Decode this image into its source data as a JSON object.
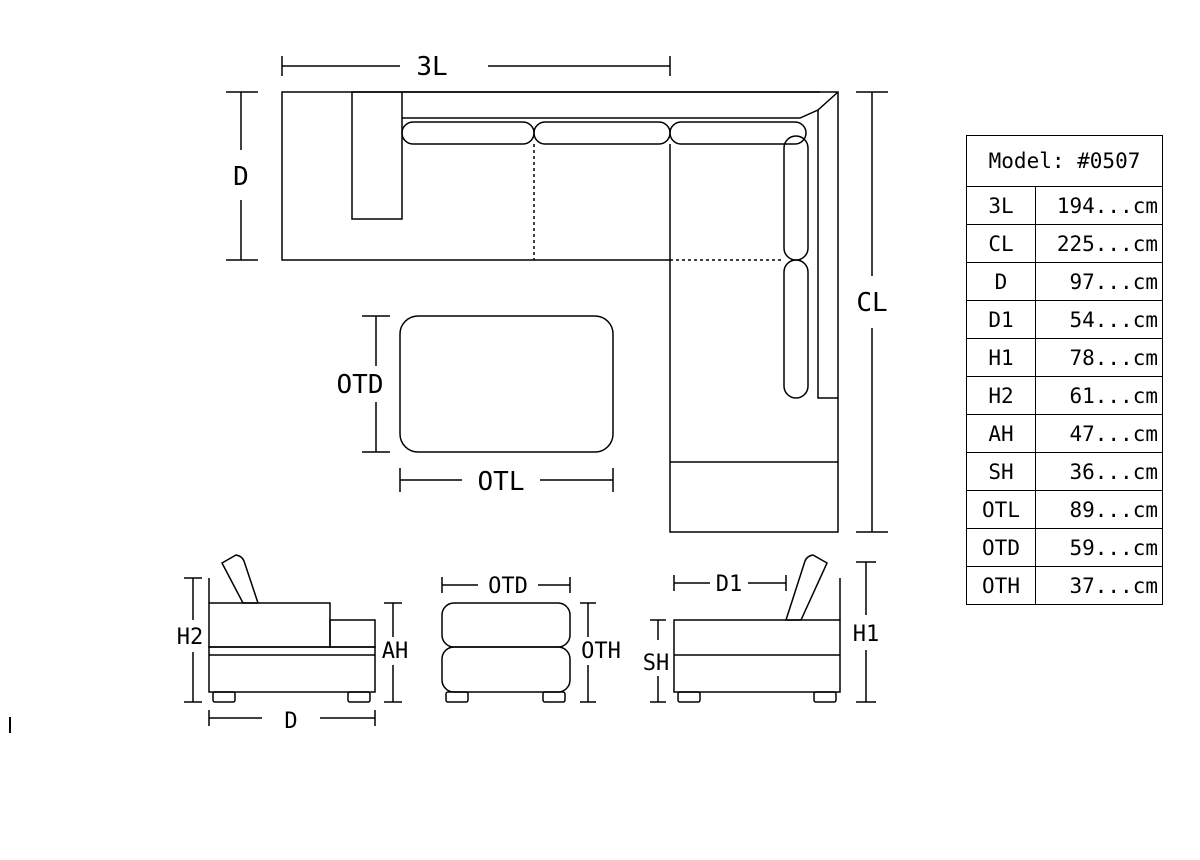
{
  "diagram": {
    "top_view": {
      "width_label": "3L",
      "depth_label": "D",
      "corner_length_label": "CL"
    },
    "ottoman_top_view": {
      "depth_label": "OTD",
      "length_label": "OTL"
    },
    "side_view_left": {
      "back_height_label": "H2",
      "arm_height_label": "AH",
      "depth_label": "D"
    },
    "ottoman_side_view": {
      "depth_label": "OTD",
      "height_label": "OTH"
    },
    "side_view_right": {
      "seat_depth_label": "D1",
      "seat_height_label": "SH",
      "total_height_label": "H1"
    }
  },
  "spec_table": {
    "model_label": "Model: #0507",
    "rows": [
      {
        "key": "3L",
        "value": "194...cm"
      },
      {
        "key": "CL",
        "value": "225...cm"
      },
      {
        "key": "D",
        "value": "97...cm"
      },
      {
        "key": "D1",
        "value": "54...cm"
      },
      {
        "key": "H1",
        "value": "78...cm"
      },
      {
        "key": "H2",
        "value": "61...cm"
      },
      {
        "key": "AH",
        "value": "47...cm"
      },
      {
        "key": "SH",
        "value": "36...cm"
      },
      {
        "key": "OTL",
        "value": "89...cm"
      },
      {
        "key": "OTD",
        "value": "59...cm"
      },
      {
        "key": "OTH",
        "value": "37...cm"
      }
    ]
  }
}
